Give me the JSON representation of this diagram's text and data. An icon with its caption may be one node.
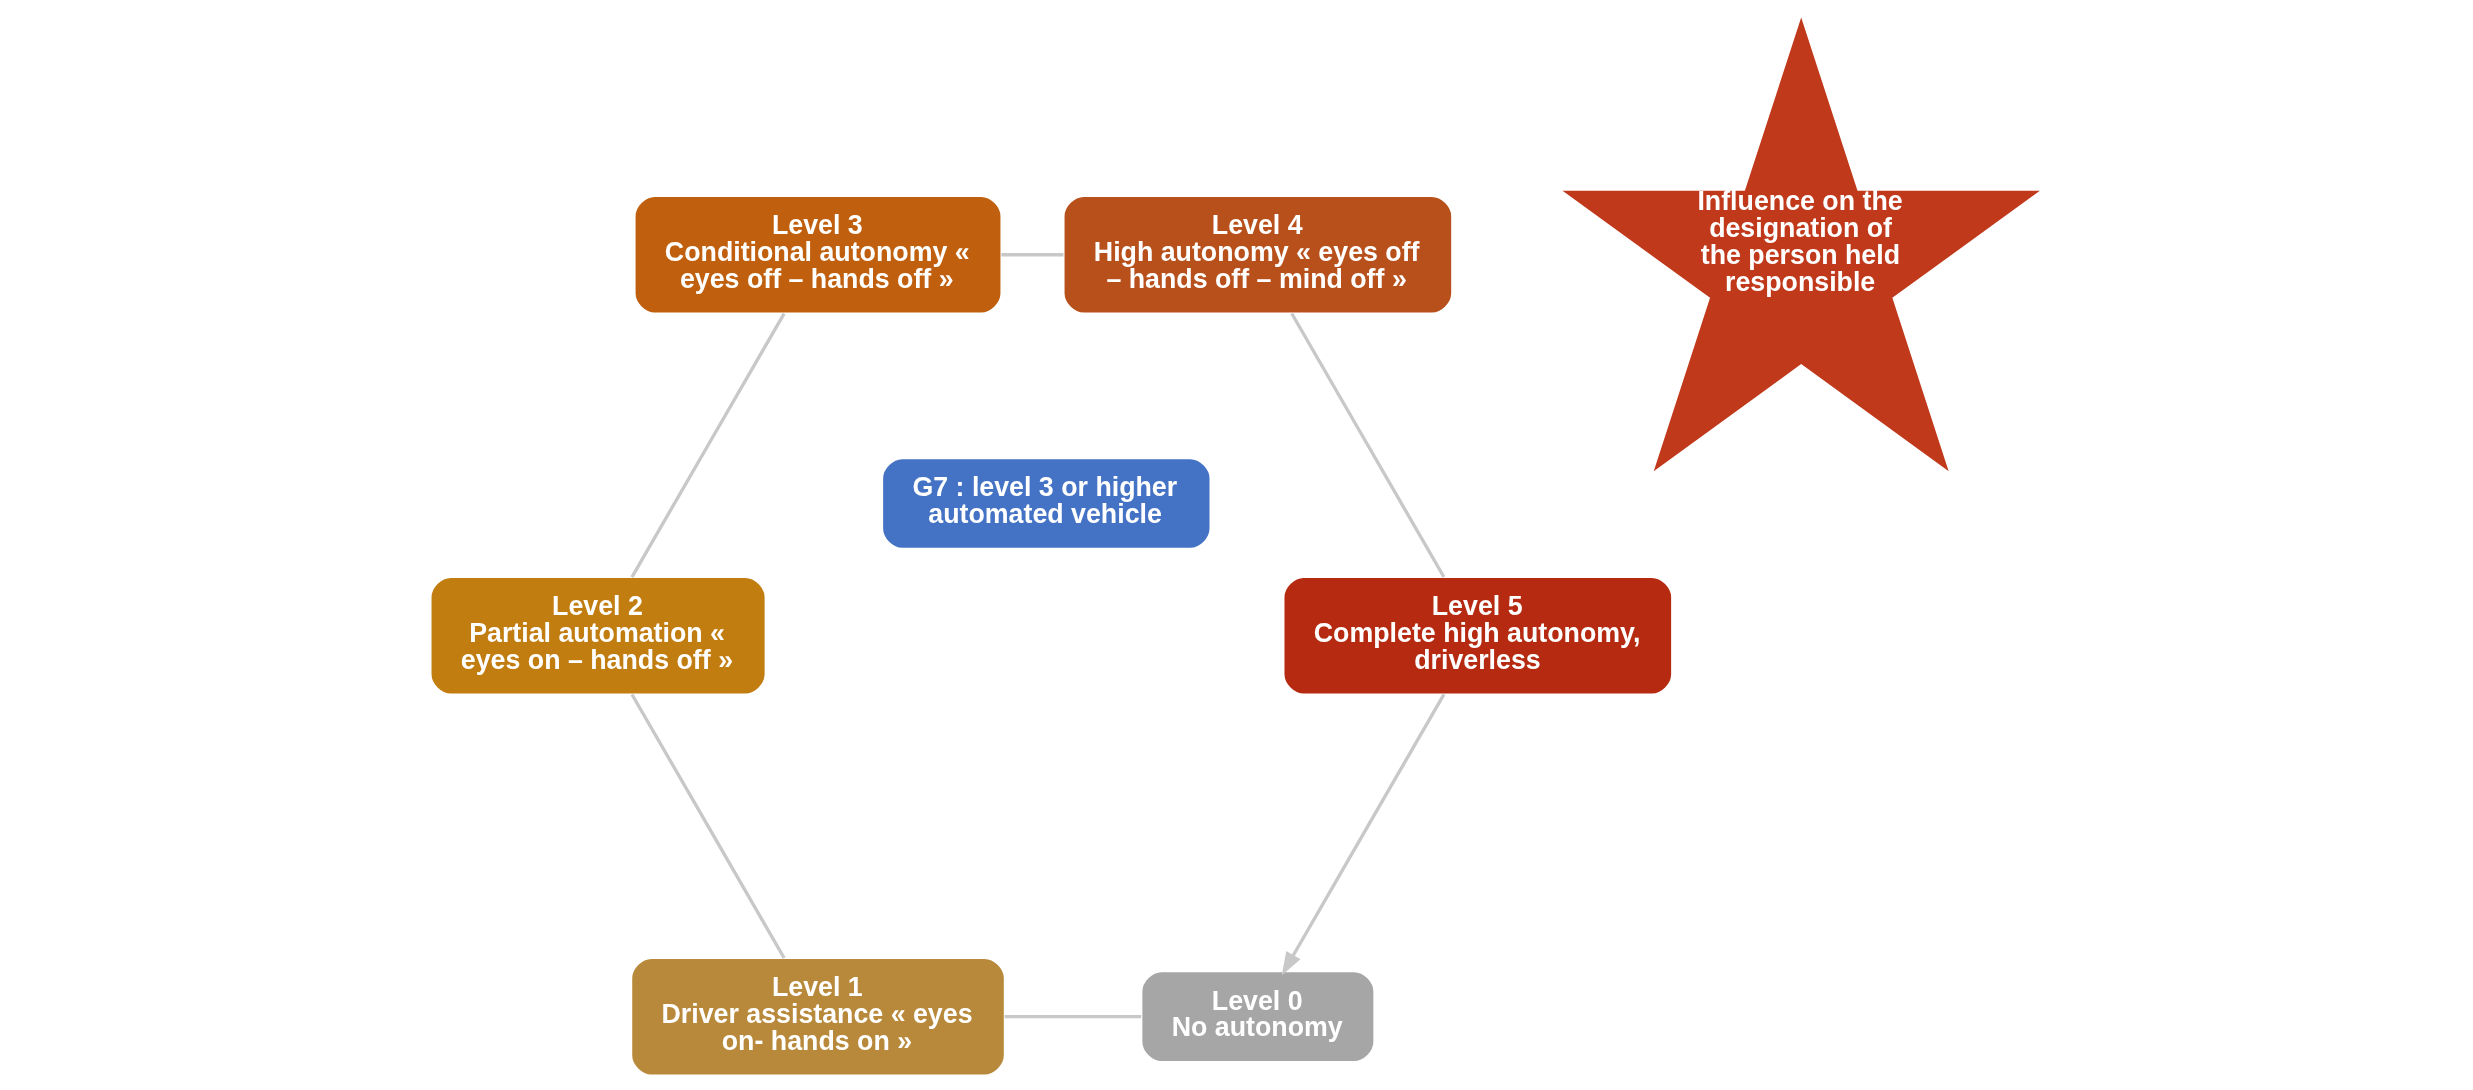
{
  "diagram": {
    "nodes": [
      {
        "text": [
          "Level 0",
          "No autonomy"
        ]
      },
      {
        "text": [
          "Level 1",
          "Driver assistance « eyes on- hands on »"
        ]
      },
      {
        "text": [
          "Level 2",
          "Partial automation « eyes on – hands off »"
        ]
      },
      {
        "text": [
          "Level 3",
          "Conditional autonomy « eyes off – hands off »"
        ]
      },
      {
        "text": [
          "Level 4",
          "High autonomy « eyes off – hands off – mind off »"
        ]
      },
      {
        "text": [
          "Level 5",
          "Complete high autonomy, driverless"
        ]
      },
      {
        "text": [
          "G7 : level 3 or higher automated vehicle"
        ]
      },
      {
        "text": [
          "Influence on the designation of the person held responsible"
        ]
      }
    ],
    "edges": [
      {
        "from": 0,
        "to": 1,
        "arrow": "none"
      },
      {
        "from": 1,
        "to": 2,
        "arrow": "none"
      },
      {
        "from": 2,
        "to": 3,
        "arrow": "none"
      },
      {
        "from": 3,
        "to": 4,
        "arrow": "none"
      },
      {
        "from": 4,
        "to": 5,
        "arrow": "none"
      },
      {
        "from": 5,
        "to": 0,
        "arrow": "to"
      }
    ]
  }
}
